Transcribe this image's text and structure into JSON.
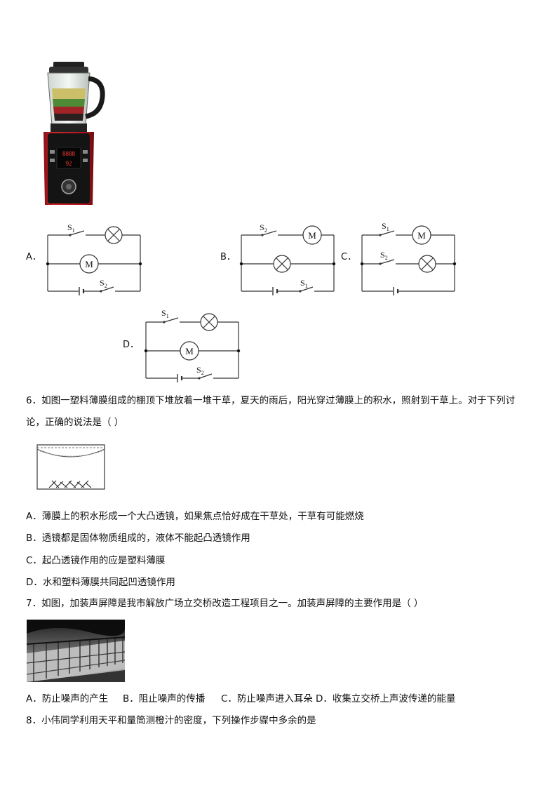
{
  "circuits": {
    "A": {
      "label": "A．",
      "s1": "S",
      "s1_sub": "1",
      "s2": "S",
      "s2_sub": "2",
      "motor": "M"
    },
    "B": {
      "label": "B．",
      "s1": "S",
      "s1_sub": "1",
      "s2": "S",
      "s2_sub": "2",
      "motor": "M"
    },
    "C": {
      "label": "C．",
      "s1": "S",
      "s1_sub": "1",
      "s2": "S",
      "s2_sub": "2",
      "motor": "M"
    },
    "D": {
      "label": "D．",
      "s1": "S",
      "s1_sub": "1",
      "s2": "S",
      "s2_sub": "2",
      "motor": "M"
    }
  },
  "q6": {
    "line1": "6．如图一塑料薄膜组成的棚顶下堆放着一堆干草，夏天的雨后，阳光穿过薄膜上的积水，照射到干草上。对于下列讨",
    "line2": "论，正确的说法是（    ）",
    "options": [
      "A．薄膜上的积水形成一个大凸透镜，如果焦点恰好成在干草处，干草有可能燃烧",
      "B．透镜都是固体物质组成的，液体不能起凸透镜作用",
      "C．起凸透镜作用的应是塑料薄膜",
      "D．水和塑料薄膜共同起凹透镜作用"
    ]
  },
  "q7": {
    "stem": "7．如图，加装声屏障是我市解放广场立交桥改造工程项目之一。加装声屏障的主要作用是（    ）",
    "options": [
      "A．防止噪声的产生",
      "B．阻止噪声的传播",
      "C．防止噪声进入耳朵",
      "D．收集立交桥上声波传递的能量"
    ]
  },
  "q8": {
    "stem": "8．小伟同学利用天平和量筒测橙汁的密度，下列操作步骤中多余的是"
  },
  "blender": {
    "display_top": "8888",
    "display_bottom": "92"
  }
}
